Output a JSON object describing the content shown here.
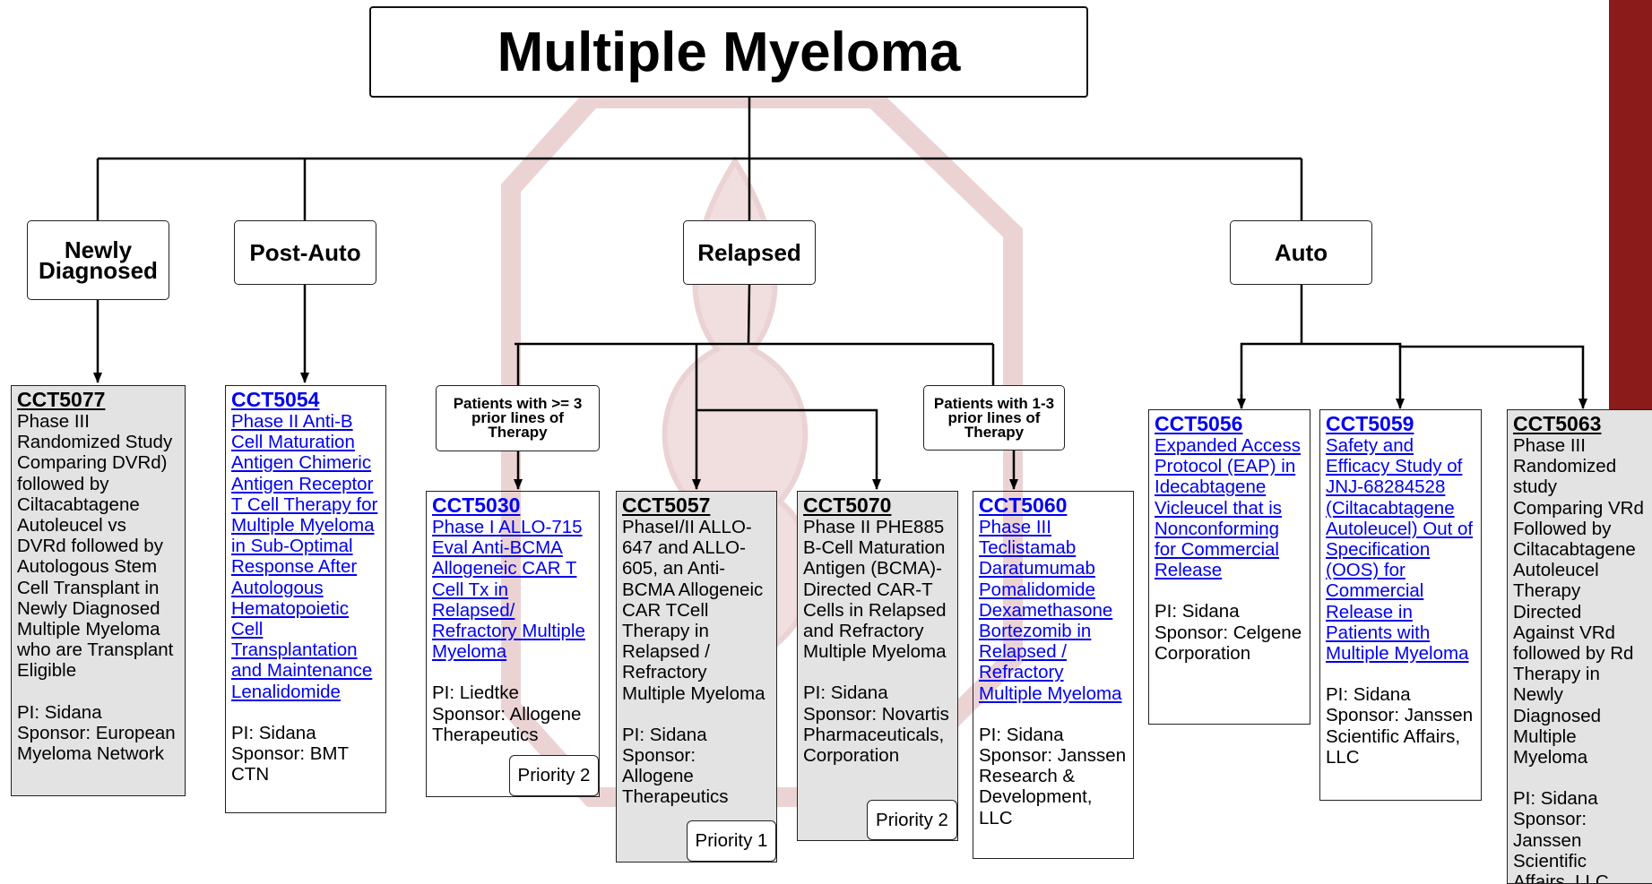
{
  "title": "Multiple Myeloma",
  "categories": {
    "newly": "Newly\nDiagnosed",
    "postauto": "Post-Auto",
    "relapsed": "Relapsed",
    "auto": "Auto"
  },
  "subgroups": {
    "ge3": "Patients with >= 3 prior lines of Therapy",
    "lines13": "Patients with 1-3 prior lines of Therapy"
  },
  "trials": {
    "cct5077": {
      "id": "CCT5077",
      "desc": "Phase III Randomized Study Comparing DVRd) followed by Ciltacabtagene Autoleucel vs DVRd followed by Autologous Stem Cell Transplant in Newly Diagnosed Multiple Myeloma who are Transplant Eligible",
      "pi": "PI: Sidana\nSponsor: European Myeloma Network"
    },
    "cct5054": {
      "id": "CCT5054",
      "desc": "Phase II Anti-B Cell Maturation Antigen Chimeric Antigen Receptor T Cell Therapy for Multiple Myeloma in Sub-Optimal Response After Autologous Hematopoietic Cell Transplantation and Maintenance Lenalidomide",
      "pi": "PI: Sidana\nSponsor: BMT CTN"
    },
    "cct5030": {
      "id": "CCT5030",
      "desc": "Phase I ALLO-715 Eval Anti-BCMA Allogeneic CAR T Cell Tx in Relapsed/ Refractory Multiple Myeloma",
      "pi": "PI: Liedtke\nSponsor: Allogene Therapeutics",
      "priority": "Priority 2"
    },
    "cct5057": {
      "id": "CCT5057",
      "desc": "PhaseI/II ALLO-647 and ALLO-605, an Anti-BCMA Allogeneic CAR TCell Therapy in Relapsed / Refractory Multiple Myeloma",
      "pi": "PI: Sidana\nSponsor: Allogene Therapeutics",
      "priority": "Priority 1"
    },
    "cct5070": {
      "id": "CCT5070",
      "desc": "Phase II PHE885 B-Cell Maturation Antigen (BCMA)-Directed CAR-T Cells in Relapsed and Refractory Multiple Myeloma",
      "pi": "PI: Sidana\nSponsor: Novartis Pharmaceuticals, Corporation",
      "priority": "Priority 2"
    },
    "cct5060": {
      "id": "CCT5060",
      "desc": "Phase III Teclistamab Daratumumab Pomalidomide Dexamethasone Bortezomib in Relapsed / Refractory Multiple Myeloma",
      "pi": "PI: Sidana\nSponsor: Janssen Research & Development, LLC"
    },
    "cct5056": {
      "id": "CCT5056",
      "desc": "Expanded Access Protocol (EAP) in Idecabtagene Vicleucel that is Nonconforming for Commercial Release",
      "pi": "PI: Sidana\nSponsor: Celgene Corporation"
    },
    "cct5059": {
      "id": "CCT5059",
      "desc": "Safety and Efficacy Study of JNJ-68284528 (Ciltacabtagene Autoleucel) Out of Specification (OOS) for Commercial Release in Patients with Multiple Myeloma",
      "pi": "PI: Sidana\nSponsor: Janssen Scientific Affairs, LLC"
    },
    "cct5063": {
      "id": "CCT5063",
      "desc": "Phase III Randomized study Comparing VRd Followed by Ciltacabtagene Autoleucel Therapy Directed Against VRd followed by Rd Therapy in Newly Diagnosed Multiple Myeloma",
      "pi": "PI: Sidana\nSponsor: Janssen Scientific Affairs, LLC"
    }
  },
  "colors": {
    "link": "#0000ee",
    "accent_bar": "#8b1a1a",
    "watermark": "#e8c9c9",
    "gray_box": "#e3e3e3"
  }
}
